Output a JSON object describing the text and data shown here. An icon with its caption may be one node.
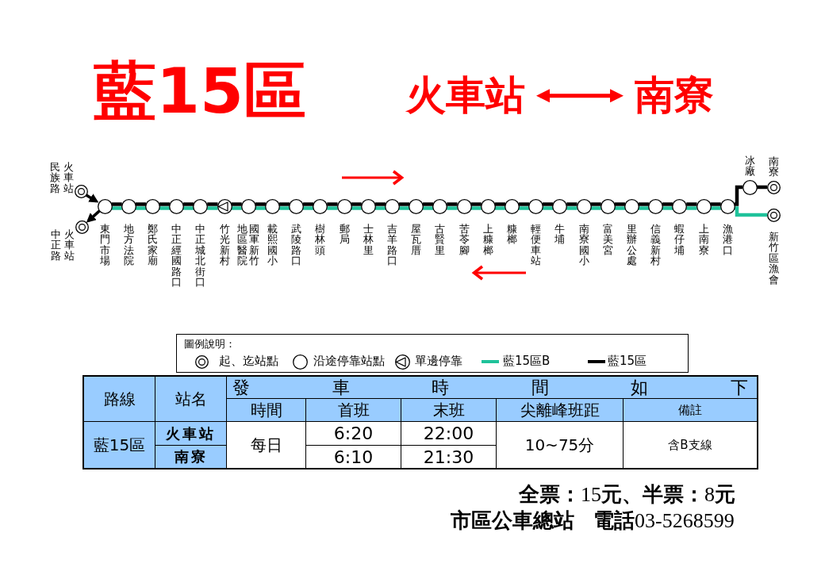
{
  "diagram": {
    "title": "藍15區",
    "nodes": [
      {
        "text": [
          "火車站"
        ]
      },
      {
        "text": [
          "南寮"
        ]
      },
      {
        "text": [
          "火車站民族路"
        ]
      },
      {
        "text": [
          "火車站中正路"
        ]
      },
      {
        "text": [
          "東門市場"
        ]
      },
      {
        "text": [
          "地方法院"
        ]
      },
      {
        "text": [
          "鄭氏家廟"
        ]
      },
      {
        "text": [
          "中正經國路口"
        ]
      },
      {
        "text": [
          "中正城北街口"
        ]
      },
      {
        "text": [
          "竹光新村"
        ]
      },
      {
        "text": [
          "國軍新竹地區醫院"
        ]
      },
      {
        "text": [
          "載熙國小"
        ]
      },
      {
        "text": [
          "武陵路口"
        ]
      },
      {
        "text": [
          "樹林頭"
        ]
      },
      {
        "text": [
          "郵局"
        ]
      },
      {
        "text": [
          "士林里"
        ]
      },
      {
        "text": [
          "吉羊路口"
        ]
      },
      {
        "text": [
          "屋瓦厝"
        ]
      },
      {
        "text": [
          "古賢里"
        ]
      },
      {
        "text": [
          "苦苓腳"
        ]
      },
      {
        "text": [
          "上糠榔"
        ]
      },
      {
        "text": [
          "糠榔"
        ]
      },
      {
        "text": [
          "輕便車站"
        ]
      },
      {
        "text": [
          "牛埔"
        ]
      },
      {
        "text": [
          "南寮國小"
        ]
      },
      {
        "text": [
          "富美宮"
        ]
      },
      {
        "text": [
          "里辦公處"
        ]
      },
      {
        "text": [
          "信義新村"
        ]
      },
      {
        "text": [
          "蝦仔埔"
        ]
      },
      {
        "text": [
          "上南寮"
        ]
      },
      {
        "text": [
          "漁港口"
        ]
      },
      {
        "text": [
          "冰廠"
        ]
      },
      {
        "text": [
          "南寮"
        ]
      },
      {
        "text": [
          "新竹區漁會"
        ]
      }
    ],
    "edges": [
      {
        "from": 0,
        "to": 1,
        "arrow": "both",
        "color": "#ff0000"
      },
      {
        "from": 2,
        "to": 4,
        "arrow": "to"
      },
      {
        "from": 4,
        "to": 3,
        "arrow": "to"
      },
      {
        "from": 4,
        "to": 5,
        "arrow": "none"
      },
      {
        "from": 4,
        "to": 5,
        "arrow": "none",
        "color": "#1fc29a"
      },
      {
        "from": 5,
        "to": 6,
        "arrow": "none"
      },
      {
        "from": 5,
        "to": 6,
        "arrow": "none",
        "color": "#1fc29a"
      },
      {
        "from": 6,
        "to": 7,
        "arrow": "none"
      },
      {
        "from": 6,
        "to": 7,
        "arrow": "none",
        "color": "#1fc29a"
      },
      {
        "from": 7,
        "to": 8,
        "arrow": "none"
      },
      {
        "from": 7,
        "to": 8,
        "arrow": "none",
        "color": "#1fc29a"
      },
      {
        "from": 8,
        "to": 9,
        "arrow": "none"
      },
      {
        "from": 8,
        "to": 9,
        "arrow": "none",
        "color": "#1fc29a"
      },
      {
        "from": 9,
        "to": 10,
        "arrow": "none"
      },
      {
        "from": 9,
        "to": 10,
        "arrow": "none",
        "color": "#1fc29a"
      },
      {
        "from": 10,
        "to": 11,
        "arrow": "none"
      },
      {
        "from": 10,
        "to": 11,
        "arrow": "none",
        "color": "#1fc29a"
      },
      {
        "from": 11,
        "to": 12,
        "arrow": "none"
      },
      {
        "from": 11,
        "to": 12,
        "arrow": "none",
        "color": "#1fc29a"
      },
      {
        "from": 12,
        "to": 13,
        "arrow": "none"
      },
      {
        "from": 12,
        "to": 13,
        "arrow": "none",
        "color": "#1fc29a"
      },
      {
        "from": 13,
        "to": 14,
        "arrow": "none"
      },
      {
        "from": 13,
        "to": 14,
        "arrow": "none",
        "color": "#1fc29a"
      },
      {
        "from": 14,
        "to": 15,
        "arrow": "none"
      },
      {
        "from": 14,
        "to": 15,
        "arrow": "none",
        "color": "#1fc29a"
      },
      {
        "from": 15,
        "to": 16,
        "arrow": "none"
      },
      {
        "from": 15,
        "to": 16,
        "arrow": "none",
        "color": "#1fc29a"
      },
      {
        "from": 16,
        "to": 17,
        "arrow": "none"
      },
      {
        "from": 16,
        "to": 17,
        "arrow": "none",
        "color": "#1fc29a"
      },
      {
        "from": 17,
        "to": 18,
        "arrow": "none"
      },
      {
        "from": 17,
        "to": 18,
        "arrow": "none",
        "color": "#1fc29a"
      },
      {
        "from": 18,
        "to": 19,
        "arrow": "none"
      },
      {
        "from": 18,
        "to": 19,
        "arrow": "none",
        "color": "#1fc29a"
      },
      {
        "from": 19,
        "to": 20,
        "arrow": "none"
      },
      {
        "from": 19,
        "to": 20,
        "arrow": "none",
        "color": "#1fc29a"
      },
      {
        "from": 20,
        "to": 21,
        "arrow": "none"
      },
      {
        "from": 20,
        "to": 21,
        "arrow": "none",
        "color": "#1fc29a"
      },
      {
        "from": 21,
        "to": 22,
        "arrow": "none"
      },
      {
        "from": 21,
        "to": 22,
        "arrow": "none",
        "color": "#1fc29a"
      },
      {
        "from": 22,
        "to": 23,
        "arrow": "none"
      },
      {
        "from": 22,
        "to": 23,
        "arrow": "none",
        "color": "#1fc29a"
      },
      {
        "from": 23,
        "to": 24,
        "arrow": "none"
      },
      {
        "from": 23,
        "to": 24,
        "arrow": "none",
        "color": "#1fc29a"
      },
      {
        "from": 24,
        "to": 25,
        "arrow": "none"
      },
      {
        "from": 24,
        "to": 25,
        "arrow": "none",
        "color": "#1fc29a"
      },
      {
        "from": 25,
        "to": 26,
        "arrow": "none"
      },
      {
        "from": 25,
        "to": 26,
        "arrow": "none",
        "color": "#1fc29a"
      },
      {
        "from": 26,
        "to": 27,
        "arrow": "none"
      },
      {
        "from": 26,
        "to": 27,
        "arrow": "none",
        "color": "#1fc29a"
      },
      {
        "from": 27,
        "to": 28,
        "arrow": "none"
      },
      {
        "from": 27,
        "to": 28,
        "arrow": "none",
        "color": "#1fc29a"
      },
      {
        "from": 28,
        "to": 29,
        "arrow": "none"
      },
      {
        "from": 28,
        "to": 29,
        "arrow": "none",
        "color": "#1fc29a"
      },
      {
        "from": 29,
        "to": 30,
        "arrow": "none"
      },
      {
        "from": 29,
        "to": 30,
        "arrow": "none",
        "color": "#1fc29a"
      },
      {
        "from": 30,
        "to": 31,
        "arrow": "none"
      },
      {
        "from": 31,
        "to": 32,
        "arrow": "none"
      },
      {
        "from": 30,
        "to": 33,
        "arrow": "none",
        "color": "#1fc29a"
      }
    ],
    "labels": [
      "圖例說明：",
      "路線",
      "站名",
      "發車時間如下",
      "時間",
      "首班",
      "末班",
      "尖離峰班距",
      "備註",
      "藍15區",
      "火車站",
      "每日",
      "6:20",
      "22:00",
      "10~75分",
      "含B支線",
      "南寮",
      "6:10",
      "21:30",
      "全票：15元、半票：8元",
      "市區公車總站",
      "電話03-5268599"
    ],
    "legend": [
      {
        "text": "起、迄站點"
      },
      {
        "text": "沿途停靠站點"
      },
      {
        "text": "單邊停靠"
      },
      {
        "text": "藍15區B"
      },
      {
        "text": "藍15區"
      }
    ]
  }
}
